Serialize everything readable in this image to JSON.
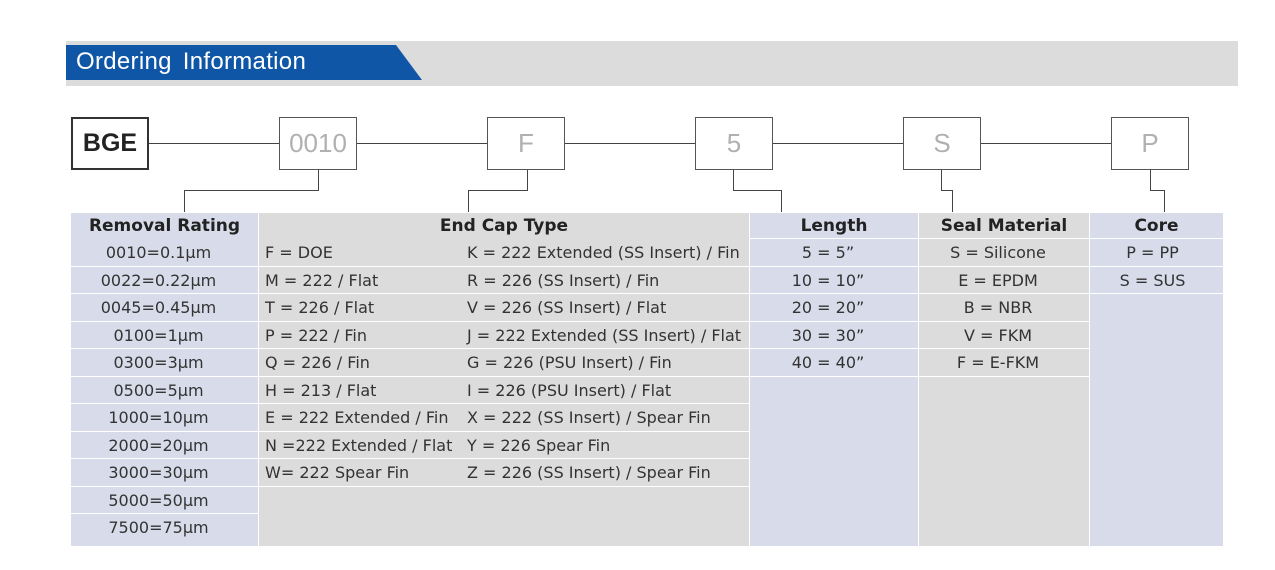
{
  "header": {
    "title": "Ordering  Information"
  },
  "code": [
    "BGE",
    "0010",
    "F",
    "5",
    "S",
    "P"
  ],
  "table": {
    "removal_rating": {
      "heading": "Removal Rating",
      "rows": [
        "0010=0.1µm",
        "0022=0.22µm",
        "0045=0.45µm",
        "0100=1µm",
        "0300=3µm",
        "0500=5µm",
        "1000=10µm",
        "2000=20µm",
        "3000=30µm",
        "5000=50µm",
        "7500=75µm"
      ]
    },
    "end_cap_type": {
      "heading": "End Cap Type",
      "rows": [
        [
          "F = DOE",
          "K = 222 Extended (SS Insert) / Fin"
        ],
        [
          "M = 222 / Flat",
          "R = 226 (SS Insert) / Fin"
        ],
        [
          "T = 226 / Flat",
          "V = 226 (SS Insert) / Flat"
        ],
        [
          "P = 222 / Fin",
          "J  = 222 Extended (SS Insert) / Flat"
        ],
        [
          "Q = 226 / Fin",
          "G = 226 (PSU Insert) / Fin"
        ],
        [
          "H = 213 / Flat",
          "I = 226 (PSU Insert) / Flat"
        ],
        [
          "E = 222 Extended / Fin",
          "X  = 222 (SS Insert) / Spear Fin"
        ],
        [
          "N =222 Extended / Flat",
          "Y = 226 Spear Fin"
        ],
        [
          "W= 222 Spear Fin",
          "Z = 226 (SS Insert) / Spear Fin"
        ]
      ]
    },
    "length": {
      "heading": "Length",
      "rows": [
        "5 = 5”",
        "10 = 10”",
        "20 = 20”",
        "30 = 30”",
        "40 = 40”"
      ]
    },
    "seal_material": {
      "heading": "Seal Material",
      "rows": [
        "S = Silicone",
        "E = EPDM",
        "B = NBR",
        "V = FKM",
        "F = E-FKM"
      ]
    },
    "core": {
      "heading": "Core",
      "rows": [
        "P = PP",
        "S = SUS"
      ]
    }
  }
}
